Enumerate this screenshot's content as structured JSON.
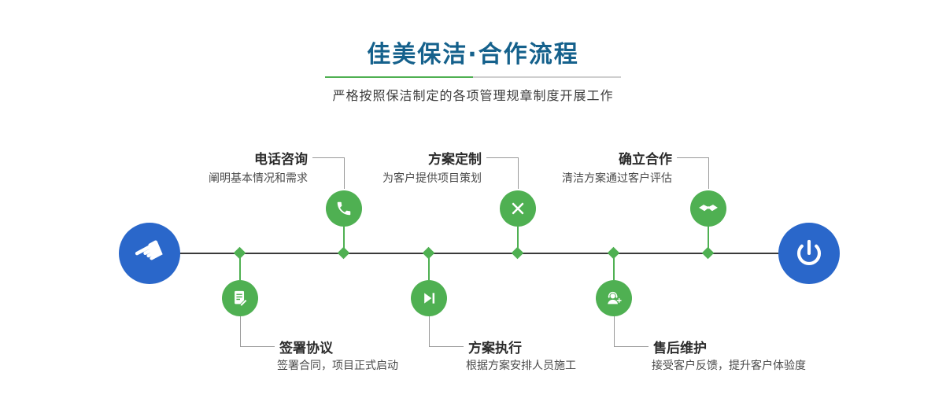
{
  "header": {
    "title": "佳美保洁·合作流程",
    "subtitle": "严格按照保洁制定的各项管理规章制度开展工作"
  },
  "steps_top": [
    {
      "title": "电话咨询",
      "desc": "阐明基本情况和需求",
      "icon": "phone-icon"
    },
    {
      "title": "方案定制",
      "desc": "为客户提供项目策划",
      "icon": "design-tools-icon"
    },
    {
      "title": "确立合作",
      "desc": "清洁方案通过客户评估",
      "icon": "handshake-icon"
    }
  ],
  "steps_bottom": [
    {
      "title": "签署协议",
      "desc": "签署合同，项目正式启动",
      "icon": "contract-sign-icon"
    },
    {
      "title": "方案执行",
      "desc": "根据方案安排人员施工",
      "icon": "play-next-icon"
    },
    {
      "title": "售后维护",
      "desc": "接受客户反馈，提升客户体验度",
      "icon": "headset-support-icon"
    }
  ],
  "endpoints": {
    "start_icon": "hand-pointer-icon",
    "start_glyph": "☚",
    "end_icon": "power-icon"
  },
  "colors": {
    "title_blue": "#15618c",
    "node_green": "#4fb052",
    "endpoint_blue": "#2a67ca",
    "divider_green": "#4fb052",
    "divider_gray": "#cfcfcf",
    "line_dark": "#3a3a3a"
  }
}
